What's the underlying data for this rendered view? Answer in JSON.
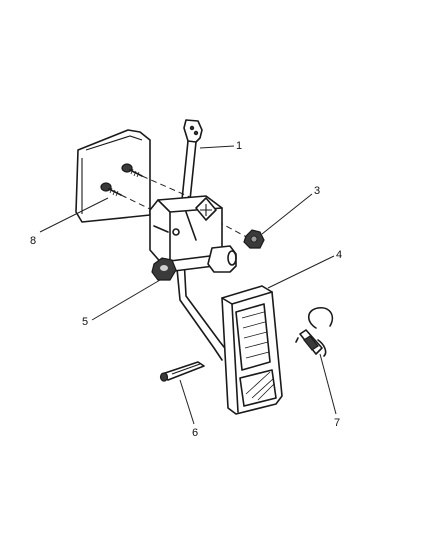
{
  "diagram": {
    "callouts": [
      {
        "id": "1",
        "label": "1"
      },
      {
        "id": "2",
        "label": "3"
      },
      {
        "id": "3",
        "label": "4"
      },
      {
        "id": "4",
        "label": "5"
      },
      {
        "id": "5",
        "label": "6"
      },
      {
        "id": "6",
        "label": "7"
      },
      {
        "id": "7",
        "label": "8"
      }
    ]
  }
}
